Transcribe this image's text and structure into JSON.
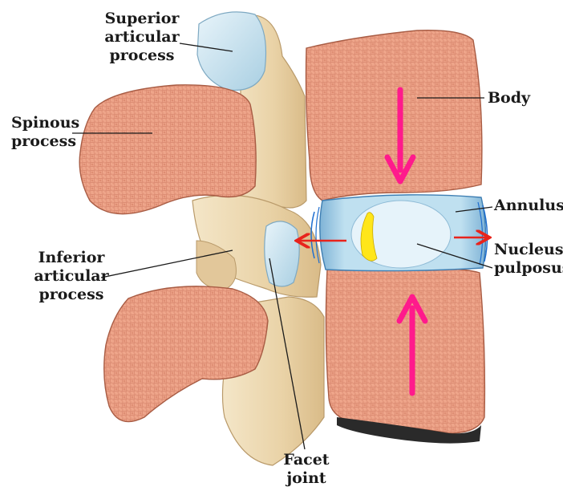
{
  "labels": {
    "superior_articular_process": [
      "Superior",
      "articular",
      "process"
    ],
    "spinous_process": [
      "Spinous",
      "process"
    ],
    "inferior_articular_process": [
      "Inferior",
      "articular",
      "process"
    ],
    "body": "Body",
    "annulus": "Annulus",
    "nucleus_pulposus": [
      "Nucleus",
      "pulposus"
    ],
    "facet_joint": [
      "Facet",
      "joint"
    ]
  },
  "colors": {
    "bone_texture": "#e2957c",
    "bone_fill": "#eea58a",
    "bone_shaft": "#f0dfc0",
    "cartilage": "#cfe6f2",
    "disc": "#bfe0f0",
    "nucleus_highlight": "#ffe61a",
    "compression_arrow": "#ff1a8c",
    "bulge_arrow": "#e8231c",
    "label_text": "#1a1a1a"
  }
}
